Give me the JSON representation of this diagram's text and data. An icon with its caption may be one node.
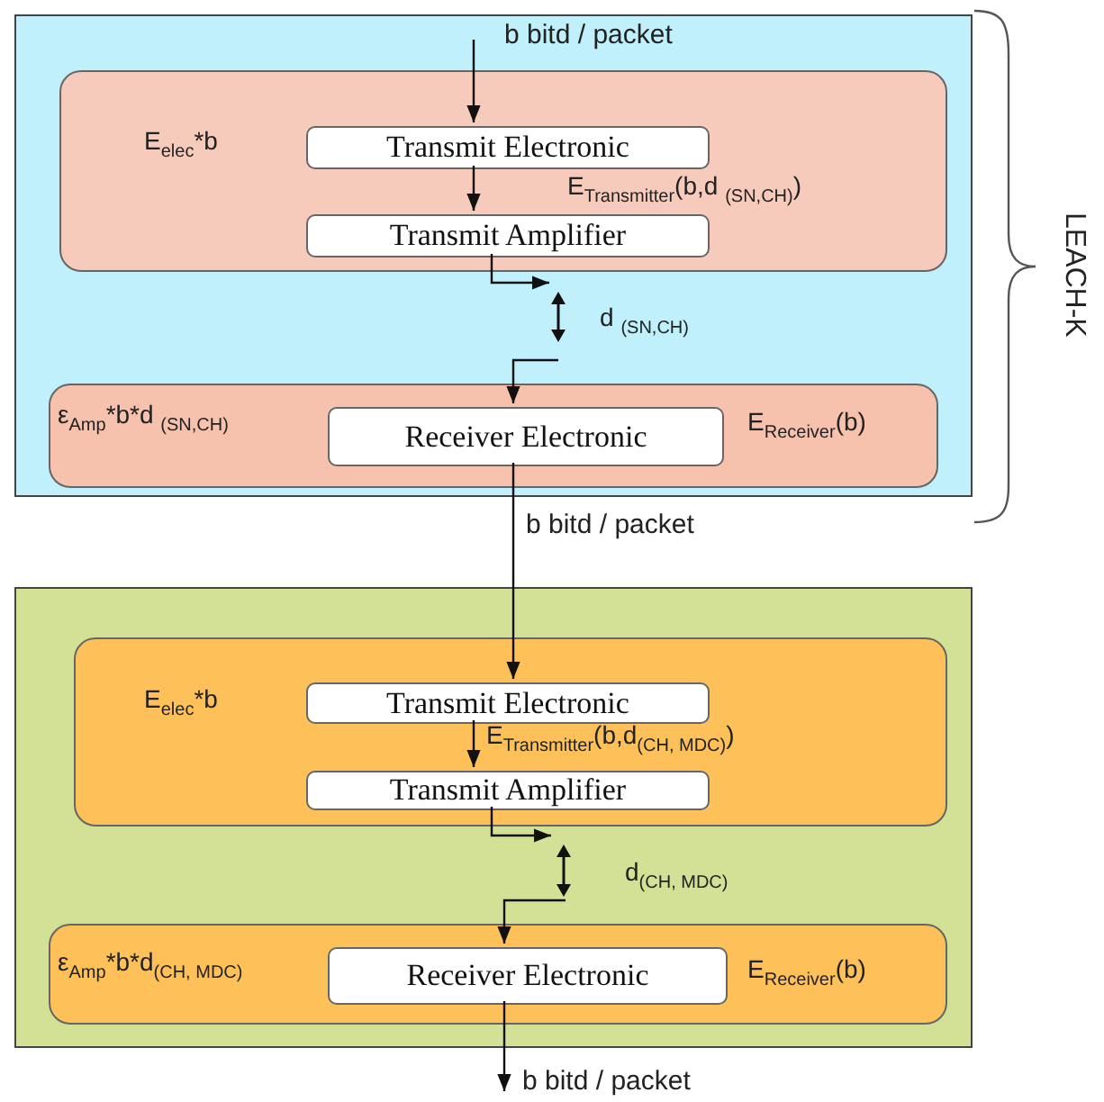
{
  "diagram": {
    "nodes": [
      {
        "text": [],
        "shape": "box"
      },
      {
        "text": [
          "E$_{elec}$*b",
          "E$_{Transmitter}$(b,d $_{(SN,CH)}$)"
        ],
        "in": 0
      },
      {
        "text": [
          "Transmit Electronic"
        ],
        "in": 1
      },
      {
        "text": [
          "Transmit Amplifier"
        ],
        "in": 1
      },
      {
        "text": [
          "ε$_{Amp}$*b*d $_{(SN,CH)}$",
          "E$_{Receiver}$(b)"
        ],
        "in": 0
      },
      {
        "text": [
          "Receiver Electronic"
        ],
        "in": 4
      },
      {
        "text": [],
        "shape": "box"
      },
      {
        "text": [
          "E$_{elec}$*b",
          "E$_{Transmitter}$(b,d$_{(CH, MDC)}$)"
        ],
        "in": 6
      },
      {
        "text": [
          "Transmit Electronic"
        ],
        "in": 7
      },
      {
        "text": [
          "Transmit Amplifier"
        ],
        "in": 7
      },
      {
        "text": [
          "ε$_{Amp}$*b*d$_{(CH, MDC)}$",
          "E$_{Receiver}$(b)"
        ],
        "in": 6
      },
      {
        "text": [
          "Receiver Electronic"
        ],
        "in": 10
      }
    ],
    "edges": [
      {
        "from": null,
        "to": 2,
        "arrow": "to",
        "label": "b  bitd / packet"
      },
      {
        "from": 2,
        "to": 3,
        "arrow": "to"
      },
      {
        "from": 3,
        "to": null,
        "arrow": "to"
      },
      {
        "from": null,
        "to": 5,
        "arrow": "to"
      },
      {
        "from": 5,
        "to": 8,
        "arrow": "to",
        "label": "b  bitd / packet"
      },
      {
        "from": 8,
        "to": 9,
        "arrow": "to"
      },
      {
        "from": 9,
        "to": null,
        "arrow": "to"
      },
      {
        "from": null,
        "to": 11,
        "arrow": "to"
      },
      {
        "from": 11,
        "to": null,
        "arrow": "to",
        "label": "b bitd / packet"
      }
    ],
    "labels": [
      "d $_{(SN,CH)}$",
      "LEACH-K",
      "d$_{(CH, MDC)}$"
    ]
  }
}
